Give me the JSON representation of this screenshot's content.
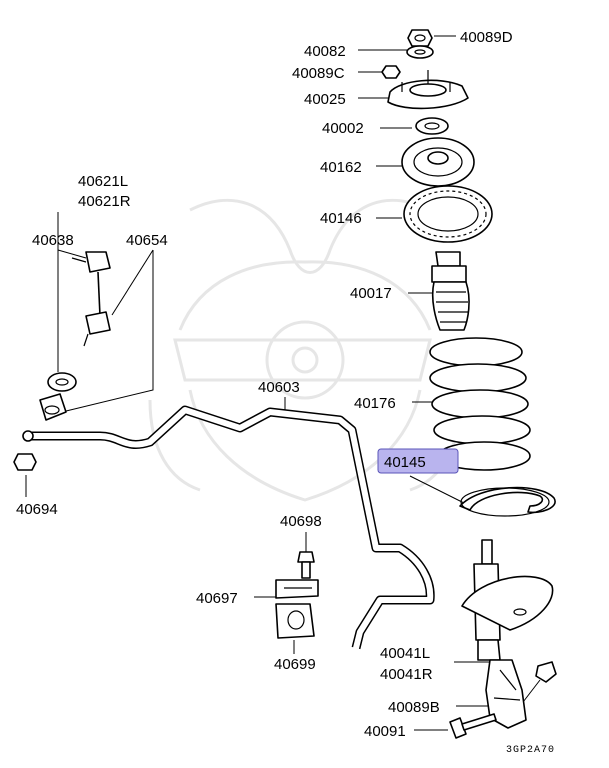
{
  "labels": {
    "p40089D": "40089D",
    "p40082": "40082",
    "p40089C": "40089C",
    "p40025": "40025",
    "p40002": "40002",
    "p40162": "40162",
    "p40146": "40146",
    "p40017": "40017",
    "p40176": "40176",
    "p40145": "40145",
    "p40621L": "40621L",
    "p40621R": "40621R",
    "p40638": "40638",
    "p40654": "40654",
    "p40603": "40603",
    "p40694": "40694",
    "p40698": "40698",
    "p40697": "40697",
    "p40699": "40699",
    "p40041L": "40041L",
    "p40041R": "40041R",
    "p40089B": "40089B",
    "p40091": "40091"
  },
  "diagram_code": "3GP2A70",
  "highlight_color": "#b9b4ee"
}
